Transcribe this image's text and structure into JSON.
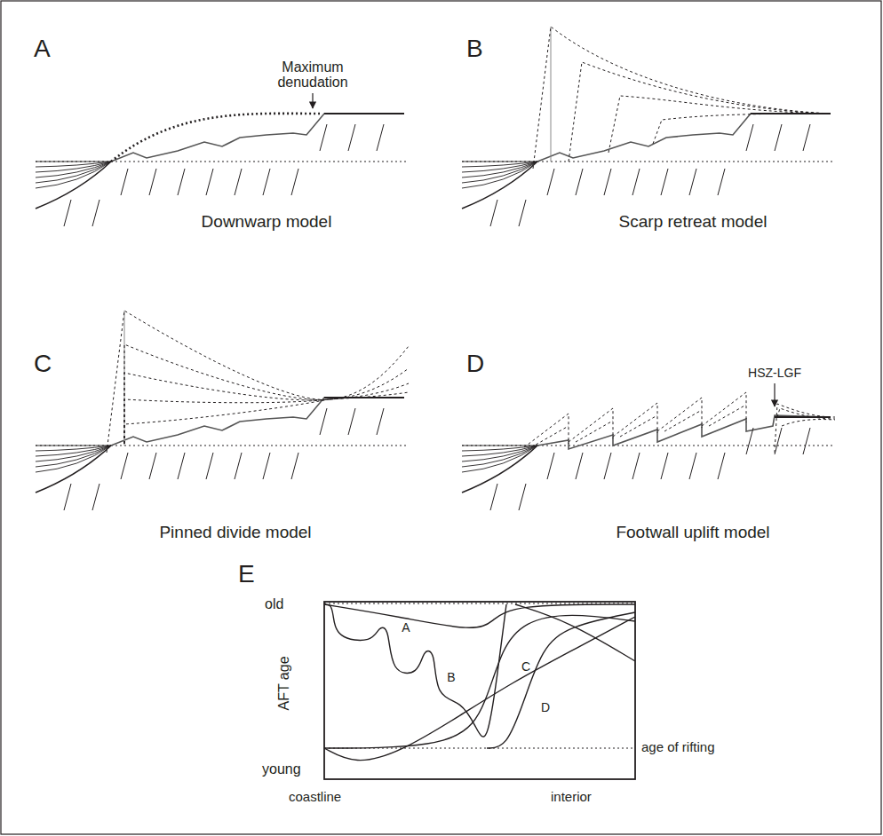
{
  "diagram": {
    "labels": [
      "A",
      "Maximum denudation",
      "Downwarp model",
      "B",
      "Scarp retreat model",
      "C",
      "Pinned divide model",
      "D",
      "HSZ-LGF",
      "Footwall uplift model",
      "E",
      "old",
      "AFT age",
      "young",
      "age of rifting",
      "coastline",
      "interior",
      "A",
      "B",
      "C",
      "D"
    ]
  }
}
